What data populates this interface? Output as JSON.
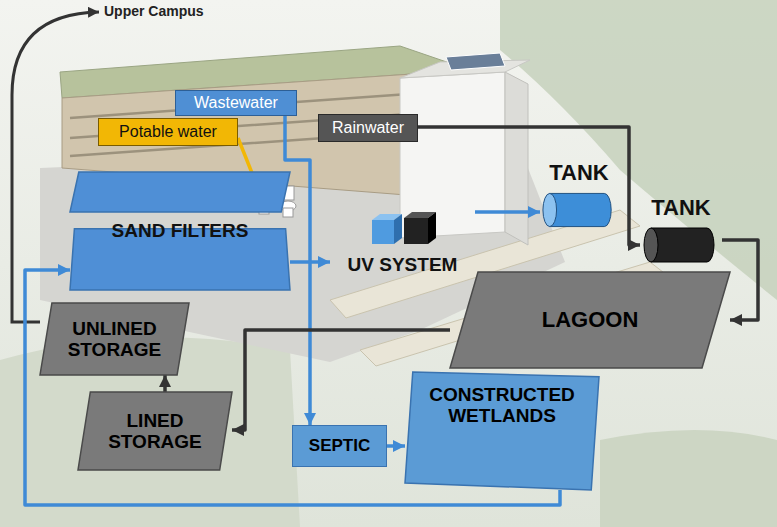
{
  "diagram": {
    "nodes": [
      {
        "text": [
          "Potable water"
        ]
      },
      {
        "text": [
          "Wastewater"
        ]
      },
      {
        "text": [
          "Rainwater"
        ]
      },
      {
        "text": [
          "TANK"
        ]
      },
      {
        "text": [
          "TANK"
        ]
      },
      {
        "text": [
          "SAND FILTERS"
        ]
      },
      {
        "text": [
          "UV SYSTEM"
        ]
      },
      {
        "text": [
          "LAGOON"
        ]
      },
      {
        "text": [
          "UNLINED STORAGE"
        ]
      },
      {
        "text": [
          "CONSTRUCTED WETLANDS"
        ]
      },
      {
        "text": [
          "LINED STORAGE"
        ]
      },
      {
        "text": [
          "SEPTIC"
        ]
      }
    ],
    "edges": [
      {
        "from": 1,
        "to": 11,
        "arrow": "to"
      },
      {
        "from": 11,
        "to": 9,
        "arrow": "to"
      },
      {
        "from": 9,
        "to": 5,
        "arrow": "to"
      },
      {
        "from": 5,
        "to": 6,
        "arrow": "to"
      },
      {
        "from": 6,
        "to": 3,
        "arrow": "to"
      },
      {
        "from": 2,
        "to": 4,
        "arrow": "to"
      },
      {
        "from": 4,
        "to": 7,
        "arrow": "to"
      },
      {
        "from": 7,
        "to": 10,
        "arrow": "to"
      },
      {
        "from": 10,
        "to": 8,
        "arrow": "to"
      }
    ],
    "labels": [
      "Upper Campus"
    ]
  }
}
